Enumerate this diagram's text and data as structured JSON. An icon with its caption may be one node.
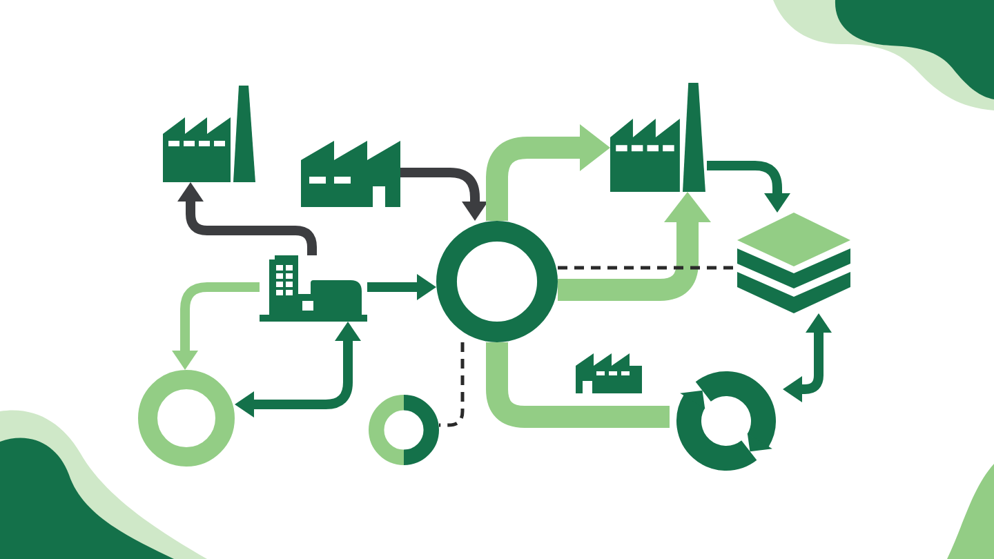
{
  "diagram": {
    "nodes": [
      {
        "text": [],
        "shape": "picture"
      },
      {
        "text": [],
        "shape": "picture"
      },
      {
        "text": [],
        "shape": "picture"
      },
      {
        "text": [],
        "shape": "picture"
      },
      {
        "text": [],
        "shape": "circle"
      },
      {
        "text": [],
        "shape": "picture"
      },
      {
        "text": [],
        "shape": "circle"
      },
      {
        "text": [],
        "shape": "circle"
      },
      {
        "text": [],
        "shape": "picture"
      },
      {
        "text": [],
        "shape": "picture"
      }
    ],
    "edges": [
      {
        "from": 3,
        "to": 0,
        "arrow": "to",
        "color": "#3c3d40"
      },
      {
        "from": 1,
        "to": 4,
        "arrow": "to",
        "color": "#3c3d40"
      },
      {
        "from": 3,
        "to": 4,
        "arrow": "to"
      },
      {
        "from": 3,
        "to": 6,
        "arrow": "to",
        "color": "#93cd85"
      },
      {
        "from": 4,
        "to": 2,
        "arrow": "to",
        "style": "thick",
        "color": "#93cd85"
      },
      {
        "from": 4,
        "to": 2,
        "arrow": "to",
        "style": "thick",
        "color": "#93cd85"
      },
      {
        "from": 2,
        "to": 5,
        "arrow": "to"
      },
      {
        "from": 4,
        "to": 5,
        "arrow": "none",
        "style": "dashed",
        "color": "#2a2a2a"
      },
      {
        "from": 4,
        "to": 7,
        "arrow": "none",
        "style": "dashed",
        "color": "#2a2a2a"
      },
      {
        "from": 6,
        "to": 3,
        "arrow": "both"
      },
      {
        "from": 4,
        "to": 9,
        "arrow": "none",
        "style": "thick",
        "color": "#93cd85"
      },
      {
        "from": 9,
        "to": 5,
        "arrow": "both"
      }
    ]
  }
}
